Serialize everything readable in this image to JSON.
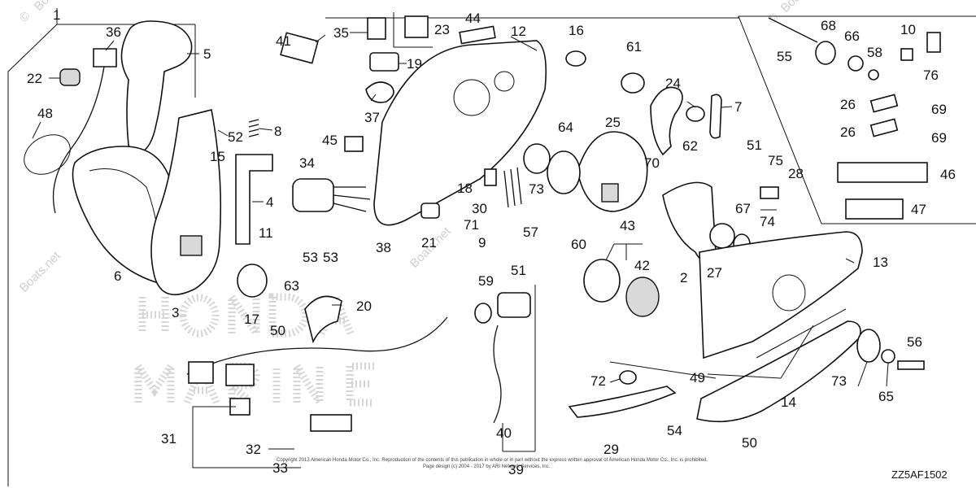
{
  "diagram": {
    "part_numbers": [
      "1",
      "2",
      "3",
      "4",
      "5",
      "6",
      "7",
      "8",
      "9",
      "10",
      "11",
      "12",
      "13",
      "14",
      "15",
      "16",
      "17",
      "18",
      "19",
      "20",
      "21",
      "22",
      "23",
      "24",
      "25",
      "26",
      "26",
      "27",
      "28",
      "29",
      "30",
      "31",
      "32",
      "33",
      "34",
      "35",
      "36",
      "37",
      "38",
      "39",
      "40",
      "41",
      "42",
      "43",
      "44",
      "45",
      "46",
      "47",
      "48",
      "49",
      "50",
      "50",
      "51",
      "51",
      "52",
      "53",
      "53",
      "54",
      "55",
      "56",
      "57",
      "58",
      "59",
      "60",
      "61",
      "62",
      "63",
      "64",
      "65",
      "66",
      "67",
      "68",
      "69",
      "69",
      "70",
      "71",
      "72",
      "73",
      "73",
      "74",
      "75",
      "76"
    ],
    "diagram_code": "ZZ5AF1502",
    "watermark_copyright": "©",
    "watermark_text": "Boats.net",
    "footer_line1": "Copyright 2013 American Honda Motor Co., Inc. Reproduction of the contents of this publication in whole or in part without the express written approval of American Honda Motor Co., Inc. is prohibited.",
    "footer_line2": "Page design (c) 2004 - 2017 by ARI Network Services, Inc."
  },
  "colors": {
    "ink": "#111111",
    "watermark": "#cfcfcf",
    "background": "#ffffff"
  }
}
